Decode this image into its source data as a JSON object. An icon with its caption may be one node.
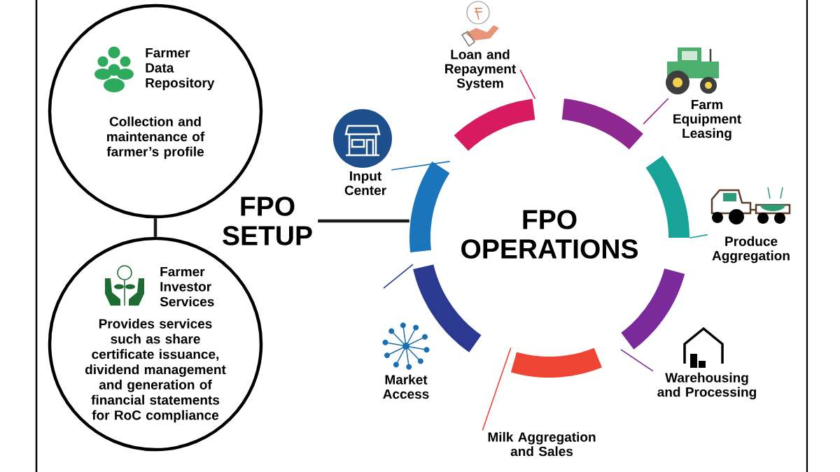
{
  "diagram": {
    "nodes": [
      {
        "text": [
          "Farmer Data Repository",
          "Collection and maintenance of farmer’s profile"
        ]
      },
      {
        "text": [
          "Farmer Investor Services",
          "Provides services such as share certificate issuance, dividend management and generation of financial statements for RoC compliance"
        ]
      },
      {
        "text": [
          "FPO SETUP"
        ]
      },
      {
        "text": [
          "FPO OPERATIONS"
        ]
      },
      {
        "text": [
          "Input Center"
        ]
      },
      {
        "text": [
          "Loan and Repayment System"
        ]
      },
      {
        "text": [
          "Farm Equipment Leasing"
        ]
      },
      {
        "text": [
          "Produce Aggregation"
        ]
      },
      {
        "text": [
          "Warehousing and Processing"
        ]
      },
      {
        "text": [
          "Milk Aggregation and Sales"
        ]
      },
      {
        "text": [
          "Market Access"
        ]
      },
      {
        "text": [],
        "shape": "arc"
      },
      {
        "text": [],
        "shape": "arc"
      },
      {
        "text": [],
        "shape": "arc"
      },
      {
        "text": [],
        "shape": "arc"
      },
      {
        "text": [],
        "shape": "arc"
      },
      {
        "text": [],
        "shape": "arc"
      },
      {
        "text": [],
        "shape": "arc"
      }
    ],
    "edges": [
      {
        "from": 0,
        "to": 1,
        "arrow": "none",
        "style": "thick"
      },
      {
        "from": 2,
        "to": 11,
        "arrow": "none",
        "style": "thick"
      },
      {
        "from": 4,
        "to": 11,
        "arrow": "none",
        "color": "#1a75bc"
      },
      {
        "from": 5,
        "to": 12,
        "arrow": "none",
        "color": "#d81b60"
      },
      {
        "from": 6,
        "to": 13,
        "arrow": "none",
        "color": "#8e278f"
      },
      {
        "from": 7,
        "to": 14,
        "arrow": "none",
        "color": "#17a398"
      },
      {
        "from": 8,
        "to": 15,
        "arrow": "none",
        "color": "#7b2a9c"
      },
      {
        "from": 9,
        "to": 16,
        "arrow": "none",
        "color": "#ee4433"
      },
      {
        "from": null,
        "to": 17,
        "arrow": "none",
        "color": "#2b3990"
      }
    ]
  }
}
